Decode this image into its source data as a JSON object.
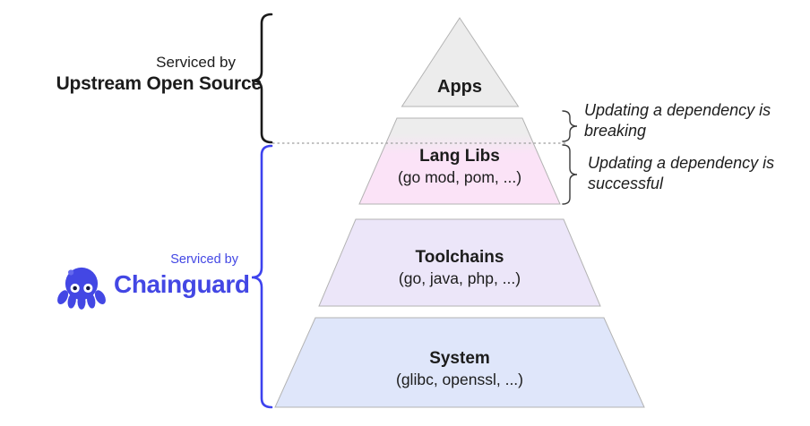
{
  "colors": {
    "background": "#ffffff",
    "text_dark": "#1c1c1c",
    "brand_blue": "#4347e4",
    "brace_blue": "#3d42ee",
    "brace_black": "#1a1a1a",
    "annotation_brace": "#3a3a3a",
    "dotted_line": "#9e9e9e",
    "shape_stroke": "#b3b3b3",
    "pupil_dark": "#14163f",
    "eye_white": "#ffffff"
  },
  "left_labels": {
    "upstream": {
      "line1": "Serviced by",
      "line2": "Upstream Open Source"
    },
    "chainguard": {
      "serviced_by": "Serviced by",
      "brand": "Chainguard",
      "logo": "octopus-logo"
    }
  },
  "pyramid": {
    "layers": [
      {
        "id": "apps",
        "title": "Apps",
        "subtitle": "",
        "fill": "#ececec"
      },
      {
        "id": "lang-libs",
        "title": "Lang Libs",
        "subtitle": "(go mod, pom, ...)",
        "fill_top": "#ededed",
        "fill": "#fbe3f7"
      },
      {
        "id": "toolchains",
        "title": "Toolchains",
        "subtitle": "(go, java, php, ...)",
        "fill": "#ece6f9"
      },
      {
        "id": "system",
        "title": "System",
        "subtitle": "(glibc, openssl, ...)",
        "fill": "#dfe6fa"
      }
    ]
  },
  "annotations": {
    "breaking": {
      "line1": "Updating a dependency is",
      "line2": "breaking"
    },
    "successful": {
      "line1": "Updating a dependency is",
      "line2": "successful"
    }
  }
}
